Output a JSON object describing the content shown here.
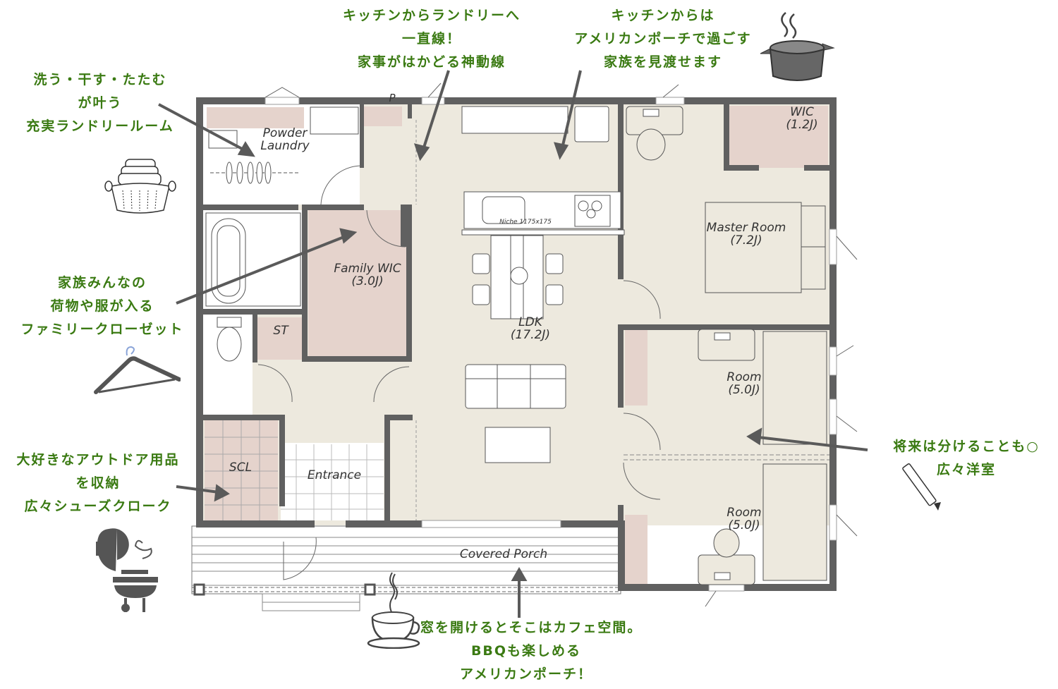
{
  "colors": {
    "wall": "#606060",
    "floor_main": "#ede9de",
    "floor_storage": "#e5d3cc",
    "floor_wet": "#ffffff",
    "annotation_text": "#3a7a12",
    "arrow": "#5a5a5a"
  },
  "floorplan": {
    "rooms": [
      {
        "id": "powder-laundry",
        "name": "Powder",
        "name2": "Laundry"
      },
      {
        "id": "pantry",
        "name": "P"
      },
      {
        "id": "family-wic",
        "name": "Family WIC",
        "area": "(3.0J)"
      },
      {
        "id": "st",
        "name": "ST"
      },
      {
        "id": "scl",
        "name": "SCL"
      },
      {
        "id": "entrance",
        "name": "Entrance"
      },
      {
        "id": "ldk",
        "name": "LDK",
        "area": "(17.2J)"
      },
      {
        "id": "niche",
        "name": "Niche 1175x175"
      },
      {
        "id": "wic",
        "name": "WIC",
        "area": "(1.2J)"
      },
      {
        "id": "master-room",
        "name": "Master Room",
        "area": "(7.2J)"
      },
      {
        "id": "room-1",
        "name": "Room",
        "area": "(5.0J)"
      },
      {
        "id": "room-2",
        "name": "Room",
        "area": "(5.0J)"
      },
      {
        "id": "covered-porch",
        "name": "Covered Porch"
      }
    ]
  },
  "annotations": {
    "laundry": {
      "lines": [
        "洗う・干す・たたむ",
        "が叶う",
        "充実ランドリールーム"
      ]
    },
    "kitchen_laundry": {
      "lines": [
        "キッチンからランドリーへ",
        "一直線！",
        "家事がはかどる神動線"
      ]
    },
    "kitchen_view": {
      "lines": [
        "キッチンからは",
        "アメリカンポーチで過ごす",
        "家族を見渡せます"
      ]
    },
    "family_closet": {
      "lines": [
        "家族みんなの",
        "荷物や服が入る",
        "ファミリークローゼット"
      ]
    },
    "shoe_closet": {
      "lines": [
        "大好きなアウトドア用品",
        "を収納",
        "広々シューズクローク"
      ]
    },
    "kids_room": {
      "lines": [
        "将来は分けることも○",
        "広々洋室"
      ]
    },
    "porch": {
      "lines": [
        "窓を開けるとそこはカフェ空間。",
        "BBQも楽しめる",
        "アメリカンポーチ！"
      ]
    }
  },
  "icons": [
    "laundry-basket-icon",
    "hanger-icon",
    "bbq-grill-icon",
    "coffee-cup-icon",
    "cooking-pot-icon",
    "pencil-icon"
  ]
}
